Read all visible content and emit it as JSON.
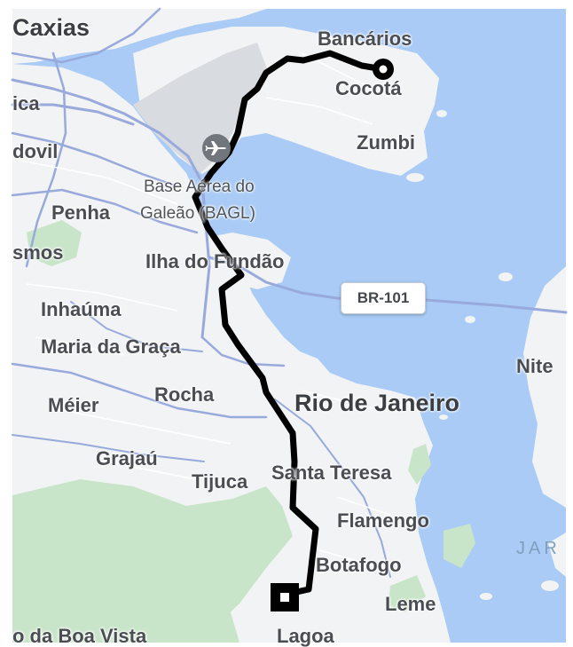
{
  "map": {
    "colors": {
      "water": "#a9cbf5",
      "land": "#f2f3f4",
      "park": "#c9e5c9",
      "airport": "#d8dbe0",
      "road": "#98a9dc",
      "route": "#000000"
    },
    "labels": {
      "caxias": "Caxias",
      "bancarios": "Bancários",
      "ica": "ica",
      "cocota": "Cocotá",
      "dovil": "dovil",
      "zumbi": "Zumbi",
      "airport_line1": "Base Aérea do",
      "airport_line2": "Galeão (BAGL)",
      "penha": "Penha",
      "smos": "smos",
      "ilha_fundao": "Ilha do Fundão",
      "inhauma": "Inhaúma",
      "maria_graca": "Maria da Graça",
      "niteroi": "Nite",
      "meier": "Méier",
      "rocha": "Rocha",
      "rio": "Rio de Janeiro",
      "grajau": "Grajaú",
      "tijuca": "Tijuca",
      "santa_teresa": "Santa Teresa",
      "flamengo": "Flamengo",
      "jar": "JAR",
      "botafogo": "Botafogo",
      "leme": "Leme",
      "boa_vista": "o da Boa Vista",
      "lagoa": "Lagoa"
    },
    "highway_shield": "BR-101",
    "icons": {
      "airport": "airplane-icon",
      "origin": "route-origin-circle-icon",
      "destination": "route-destination-square-icon"
    }
  }
}
